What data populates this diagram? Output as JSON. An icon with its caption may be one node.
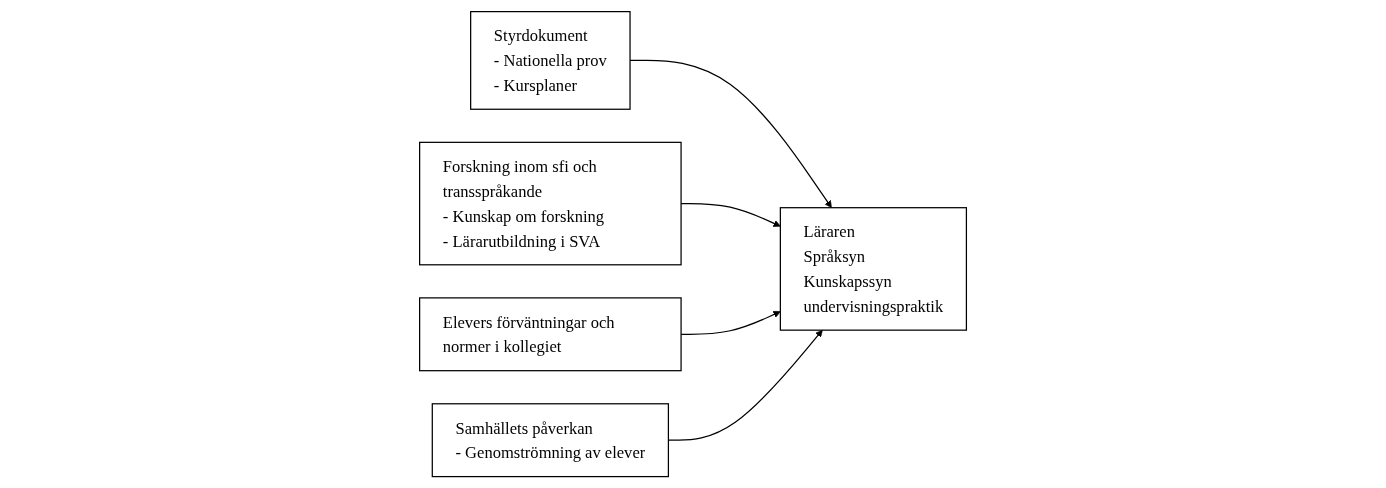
{
  "diagram": {
    "nodes": [
      {
        "text": [
          "Styrdokument",
          "- Nationella prov",
          "- Kursplaner"
        ]
      },
      {
        "text": [
          "Läraren",
          "Språksyn",
          "Kunskapssyn",
          "undervisningspraktik"
        ]
      },
      {
        "text": [
          "Forskning inom sfi och transspråkande",
          "- Kunskap om forskning",
          "- Lärarutbildning i SVA"
        ]
      },
      {
        "text": [
          "Elevers förväntningar och normer i kollegiet"
        ]
      },
      {
        "text": [
          "Samhällets påverkan",
          "- Genomströmning av elever"
        ]
      }
    ],
    "edges": [
      {
        "from": 0,
        "to": 1,
        "arrow": "to"
      },
      {
        "from": 2,
        "to": 1,
        "arrow": "to"
      },
      {
        "from": 3,
        "to": 1,
        "arrow": "to"
      },
      {
        "from": 4,
        "to": 1,
        "arrow": "to"
      }
    ]
  }
}
